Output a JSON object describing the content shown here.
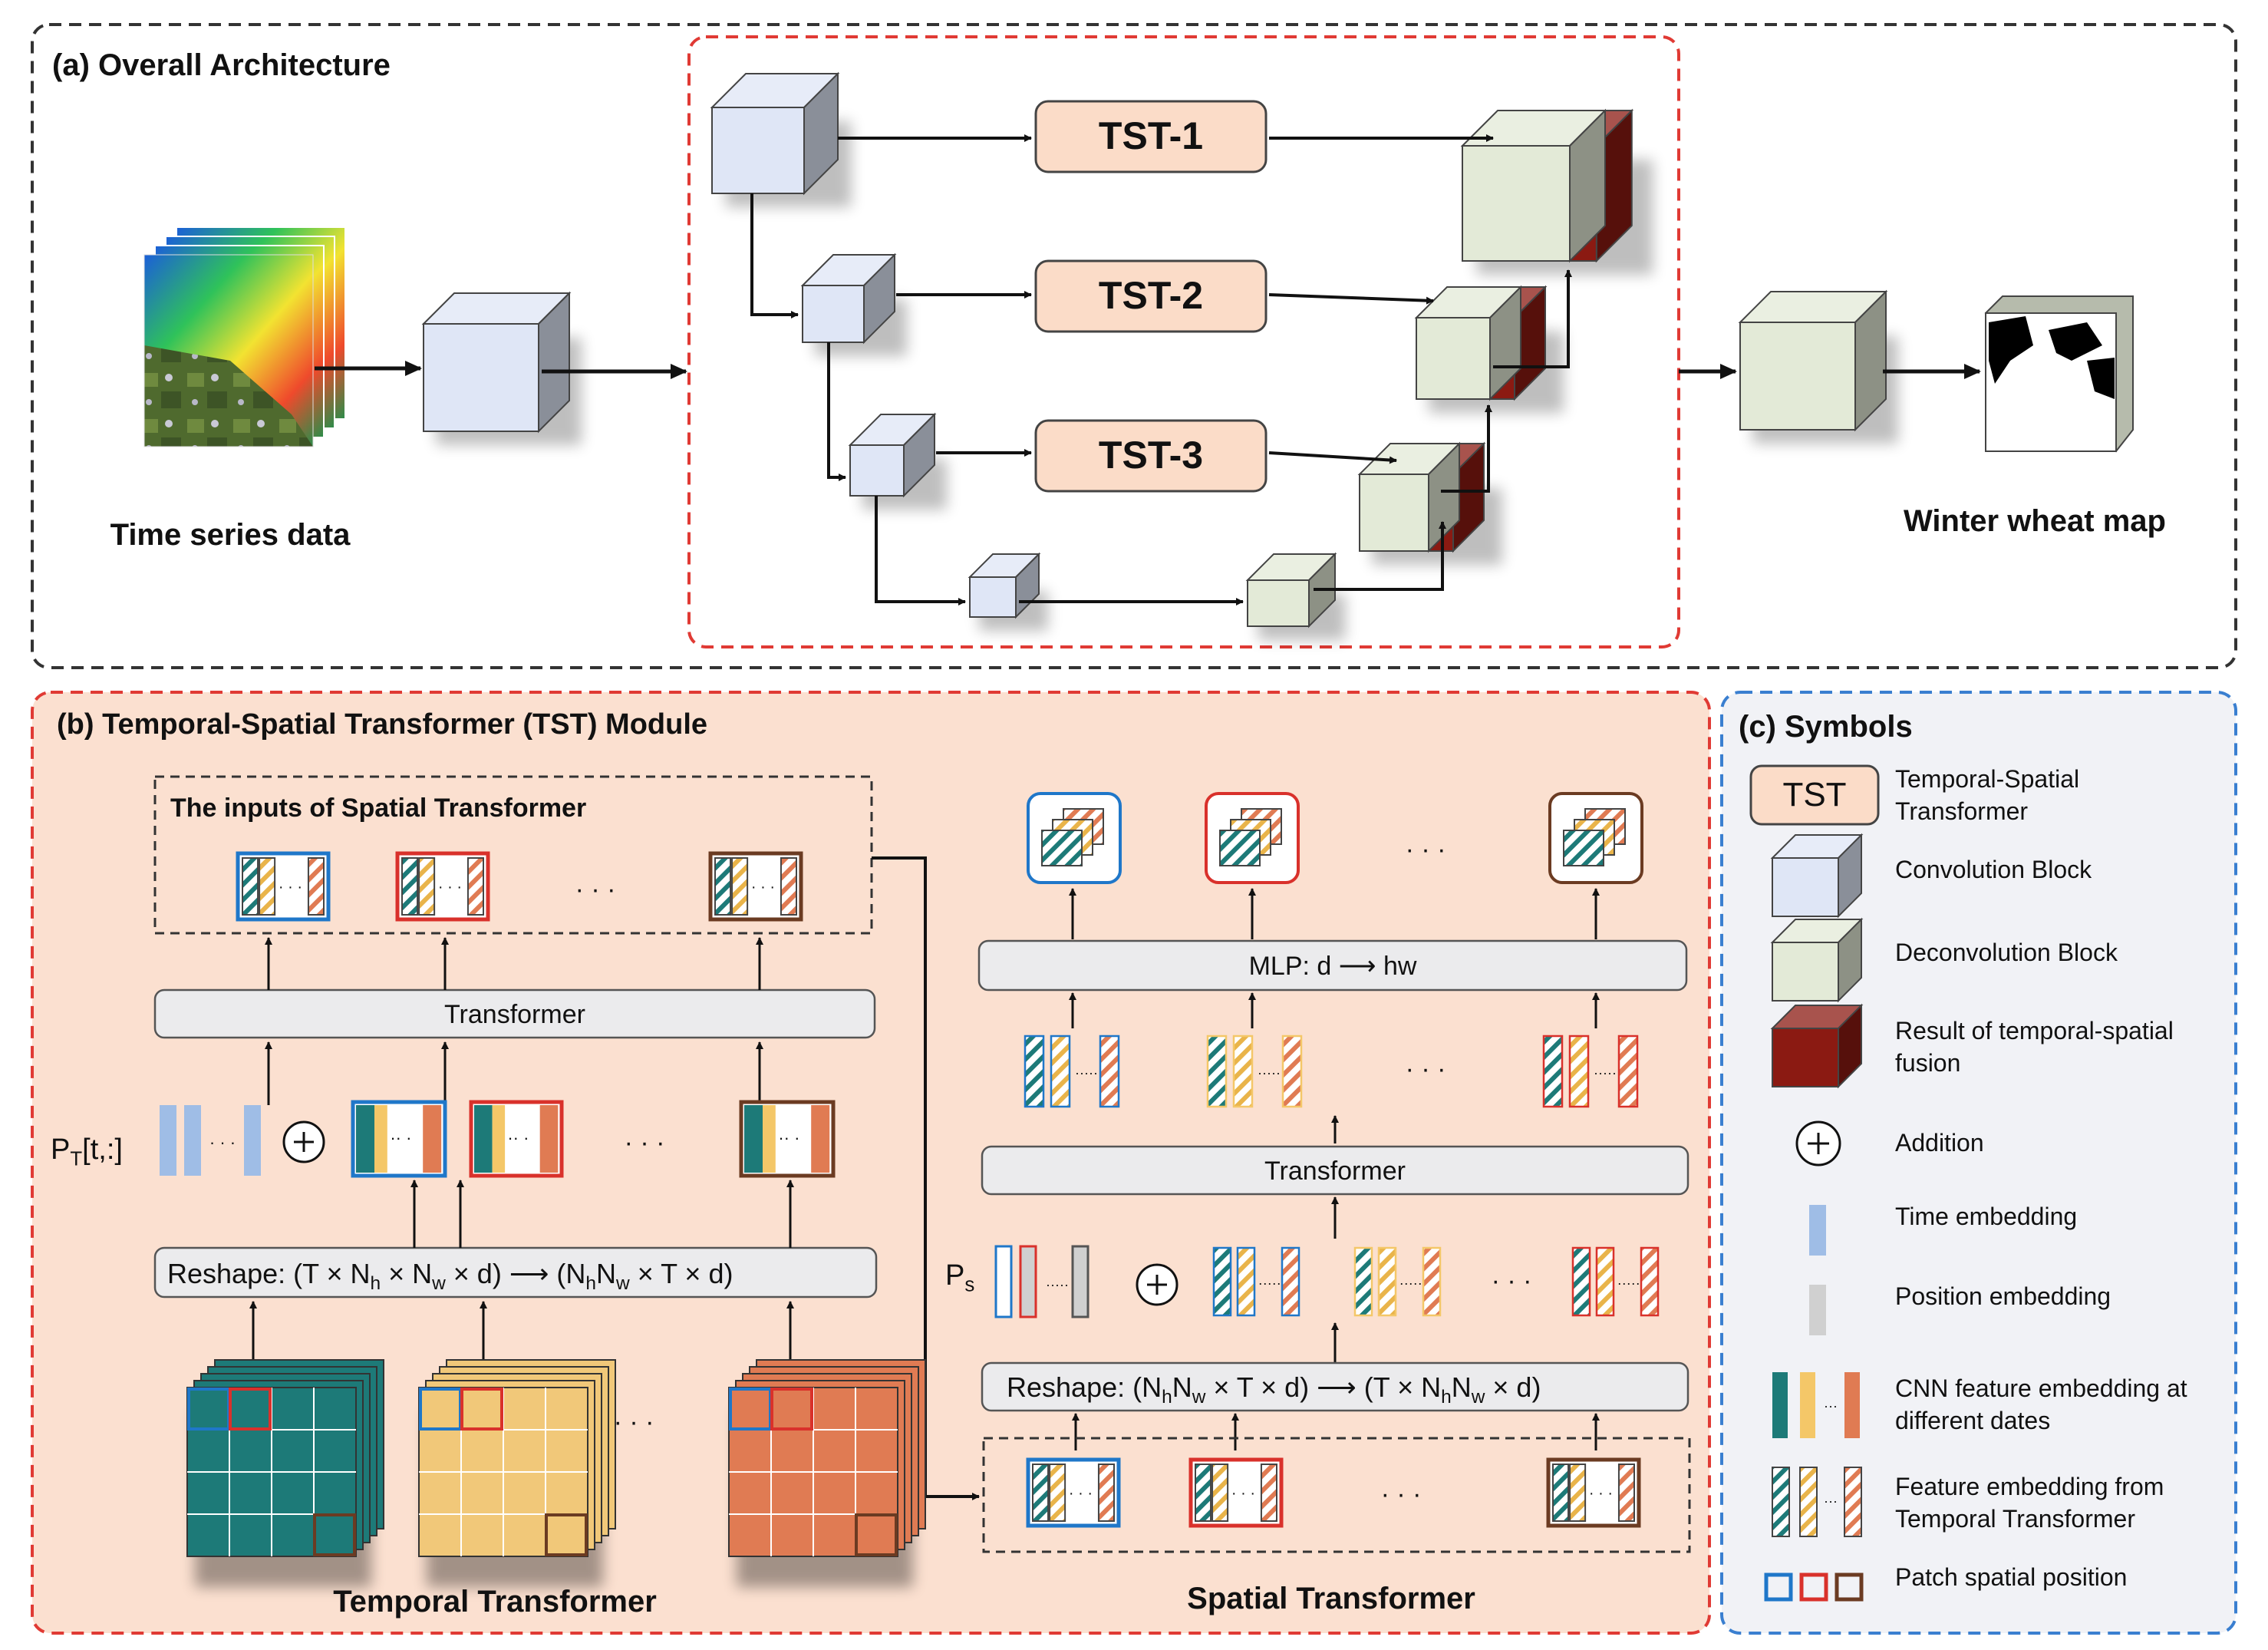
{
  "panel_a": {
    "title": "(a) Overall  Architecture",
    "input_label": "Time series data",
    "output_label": "Winter wheat map",
    "tst": [
      "TST-1",
      "TST-2",
      "TST-3"
    ]
  },
  "panel_b": {
    "title": "(b) Temporal-Spatial Transformer (TST) Module",
    "inputs_title": "The inputs of Spatial Transformer",
    "transformer": "Transformer",
    "pt": {
      "main": "P",
      "sub": "T",
      "tail": "[t,:]"
    },
    "reshape1": [
      {
        "t": "Reshape: (T × N"
      },
      {
        "t": "h",
        "s": 1
      },
      {
        "t": " × N"
      },
      {
        "t": "w",
        "s": 1
      },
      {
        "t": " × d)   ⟶        (N"
      },
      {
        "t": "h",
        "s": 1
      },
      {
        "t": "N"
      },
      {
        "t": "w",
        "s": 1
      },
      {
        "t": " × T × d)"
      }
    ],
    "temporal_label": "Temporal Transformer",
    "mlp": "MLP: d   ⟶   hw",
    "transformer2": "Transformer",
    "ps": {
      "main": "P",
      "sub": "s"
    },
    "reshape2": [
      {
        "t": "Reshape:  (N"
      },
      {
        "t": "h",
        "s": 1
      },
      {
        "t": "N"
      },
      {
        "t": "w",
        "s": 1
      },
      {
        "t": " × T × d)     ⟶     (T × N"
      },
      {
        "t": "h",
        "s": 1
      },
      {
        "t": "N"
      },
      {
        "t": "w",
        "s": 1
      },
      {
        "t": " × d)"
      }
    ],
    "spatial_label": "Spatial Transformer",
    "ellipsis": "· · ·"
  },
  "panel_c": {
    "title": "(c) Symbols",
    "tst_box": "TST",
    "items": [
      [
        "Temporal-Spatial",
        "Transformer"
      ],
      [
        "Convolution Block"
      ],
      [
        "Deconvolution Block"
      ],
      [
        "Result of temporal-spatial",
        "fusion"
      ],
      [
        "Addition"
      ],
      [
        "Time embedding"
      ],
      [
        "Position embedding"
      ],
      [
        "CNN feature embedding at",
        "different dates"
      ],
      [
        "Feature embedding from",
        "Temporal Transformer"
      ],
      [
        "Patch spatial position"
      ]
    ]
  },
  "colors": {
    "conv": "#dfe6f6",
    "deconv": "#e3ead7",
    "fusion": "#8b1a12",
    "tst_fill": "#fbdcc8",
    "panel_b_bg": "#fbe0d0",
    "panel_c_bg": "#f1f2f6",
    "teal": "#1d7a78",
    "yellow": "#f4c768",
    "orange": "#e07b53",
    "blue": "#1f77c9",
    "red": "#d9312b",
    "brown": "#6b3b22",
    "time_emb": "#9fbde6",
    "pos_emb": "#d0d0d0"
  }
}
